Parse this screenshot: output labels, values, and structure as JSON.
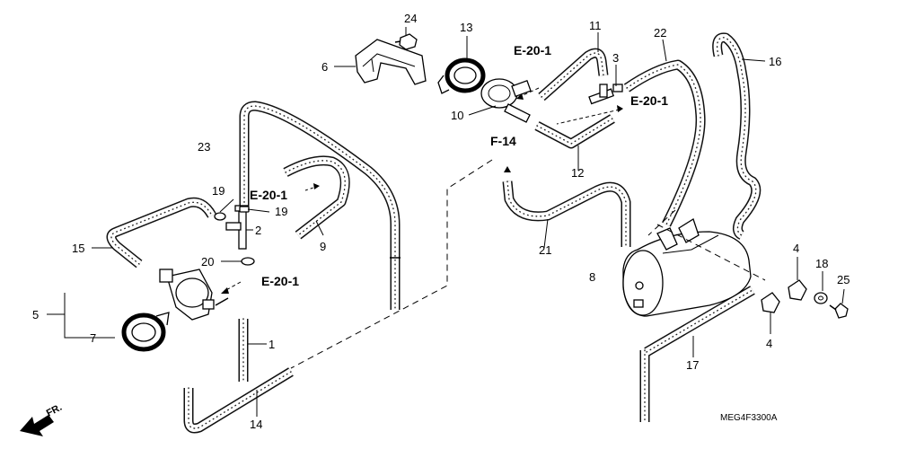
{
  "diagram_code": "MEG4F3300A",
  "front_label": "FR.",
  "references": {
    "e20_top": "E-20-1",
    "e20_right": "E-20-1",
    "e20_left_upper": "E-20-1",
    "e20_left_lower": "E-20-1",
    "f14": "F-14"
  },
  "callouts": {
    "p1": "1",
    "p2": "2",
    "p3": "3",
    "p4a": "4",
    "p4b": "4",
    "p5": "5",
    "p6": "6",
    "p7": "7",
    "p8": "8",
    "p9": "9",
    "p10": "10",
    "p11": "11",
    "p12": "12",
    "p13": "13",
    "p14": "14",
    "p15": "15",
    "p16": "16",
    "p17": "17",
    "p18": "18",
    "p19a": "19",
    "p19b": "19",
    "p20": "20",
    "p21": "21",
    "p22": "22",
    "p23": "23",
    "p24": "24",
    "p25": "25"
  }
}
